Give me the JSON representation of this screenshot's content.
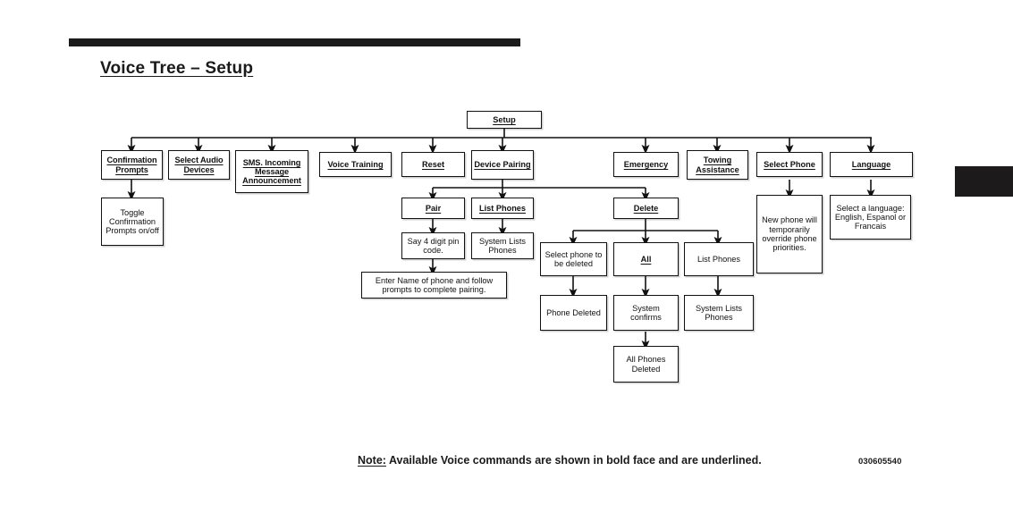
{
  "page": {
    "title": "Voice Tree – Setup",
    "figure_number": "030605540"
  },
  "note": {
    "lead": "Note:",
    "text": " Available Voice commands are shown in bold face and are underlined."
  },
  "diagram": {
    "type": "flowchart",
    "root": "Setup",
    "nodes": {
      "setup": "Setup",
      "confirmation_prompts": "Confirmation Prompts",
      "toggle_confirmation": "Toggle Confirmation Prompts on/off",
      "select_audio_devices": "Select Audio Devices",
      "sms_incoming": "SMS. Incoming Message Announcement",
      "voice_training": "Voice Training",
      "reset": "Reset",
      "device_pairing": "Device Pairing",
      "pair": "Pair",
      "say_pin": "Say 4 digit pin code.",
      "enter_name": "Enter Name of phone and follow prompts to complete pairing.",
      "list_phones": "List Phones",
      "system_lists_phones": "System Lists Phones",
      "emergency": "Emergency",
      "delete": "Delete",
      "select_phone_to_delete": "Select phone to be deleted",
      "phone_deleted": "Phone Deleted",
      "all": "All",
      "system_confirms": "System confirms",
      "all_phones_deleted": "All Phones Deleted",
      "delete_list_phones": "List Phones",
      "delete_system_lists_phones": "System Lists Phones",
      "towing_assistance": "Towing Assistance",
      "select_phone": "Select Phone",
      "new_phone_override": "New phone will temporarily override phone priorities.",
      "language": "Language",
      "select_a_language": "Select a language: English, Espanol or Francais"
    },
    "voice_commands": [
      "Setup",
      "Confirmation Prompts",
      "Select Audio Devices",
      "SMS. Incoming Message Announcement",
      "Voice Training",
      "Reset",
      "Device Pairing",
      "Pair",
      "List Phones",
      "Emergency",
      "Delete",
      "All",
      "Towing Assistance",
      "Select Phone",
      "Language"
    ],
    "edges": [
      [
        "setup",
        "confirmation_prompts"
      ],
      [
        "setup",
        "select_audio_devices"
      ],
      [
        "setup",
        "sms_incoming"
      ],
      [
        "setup",
        "voice_training"
      ],
      [
        "setup",
        "reset"
      ],
      [
        "setup",
        "device_pairing"
      ],
      [
        "setup",
        "emergency"
      ],
      [
        "setup",
        "towing_assistance"
      ],
      [
        "setup",
        "select_phone"
      ],
      [
        "setup",
        "language"
      ],
      [
        "confirmation_prompts",
        "toggle_confirmation"
      ],
      [
        "device_pairing",
        "pair"
      ],
      [
        "device_pairing",
        "list_phones"
      ],
      [
        "device_pairing",
        "delete"
      ],
      [
        "pair",
        "say_pin"
      ],
      [
        "say_pin",
        "enter_name"
      ],
      [
        "list_phones",
        "system_lists_phones"
      ],
      [
        "delete",
        "select_phone_to_delete"
      ],
      [
        "delete",
        "all"
      ],
      [
        "delete",
        "delete_list_phones"
      ],
      [
        "select_phone_to_delete",
        "phone_deleted"
      ],
      [
        "all",
        "system_confirms"
      ],
      [
        "system_confirms",
        "all_phones_deleted"
      ],
      [
        "delete_list_phones",
        "delete_system_lists_phones"
      ],
      [
        "select_phone",
        "new_phone_override"
      ],
      [
        "language",
        "select_a_language"
      ]
    ]
  },
  "colors": {
    "ink": "#111111",
    "bar": "#1c1a1b",
    "background": "#ffffff"
  }
}
